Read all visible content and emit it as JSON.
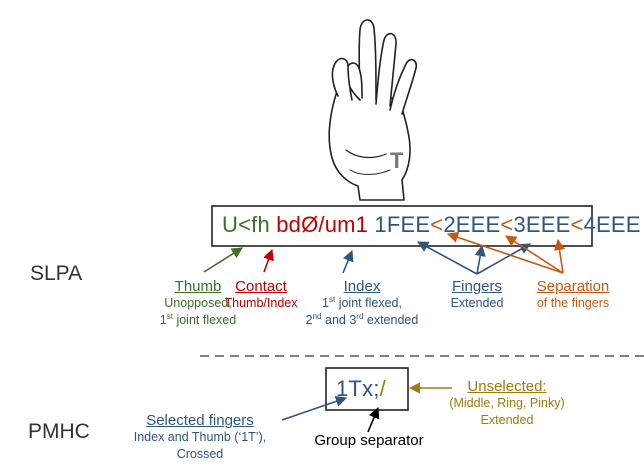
{
  "colors": {
    "green": "#3f6e2a",
    "red": "#c00000",
    "blue": "#2f5583",
    "brown": "#c55a11",
    "gold": "#a07a10",
    "black": "#000000",
    "gray": "#808080"
  },
  "hand": {
    "letter": "T"
  },
  "slpa": {
    "label": "SLPA",
    "code": {
      "thumb": "U<fh",
      "contact": "bdØ/um1",
      "index": "1FEE",
      "sep1": "<",
      "f2": "2EEE",
      "sep2": "<",
      "f3": "3EEE",
      "sep3": "<",
      "f4": "4EEE"
    },
    "annotations": {
      "thumb": {
        "title": "Thumb",
        "line1": "Unopposed,",
        "line2_num": "1",
        "line2_sup": "st",
        "line2_rest": " joint flexed"
      },
      "contact": {
        "title": "Contact",
        "line1": "Thumb/Index"
      },
      "index": {
        "title": "Index",
        "line1_num": "1",
        "line1_sup": "st",
        "line1_rest": " joint flexed,",
        "line2_num": "2",
        "line2_sup": "nd",
        "line2_mid": " and 3",
        "line2_sup2": "rd",
        "line2_rest": " extended"
      },
      "fingers": {
        "title": "Fingers",
        "line1": "Extended"
      },
      "separation": {
        "title": "Separation",
        "line1": "of the fingers"
      }
    }
  },
  "pmhc": {
    "label": "PMHC",
    "code": {
      "selected": "1Tx;",
      "unselected": "/"
    },
    "annotations": {
      "selected": {
        "title": "Selected fingers",
        "line1": "Index and Thumb (‘1T’),",
        "line2": "Crossed"
      },
      "group": {
        "title": "Group separator"
      },
      "unselected": {
        "title": "Unselected:",
        "line1": "(Middle, Ring, Pinky)",
        "line2": "Extended"
      }
    }
  }
}
